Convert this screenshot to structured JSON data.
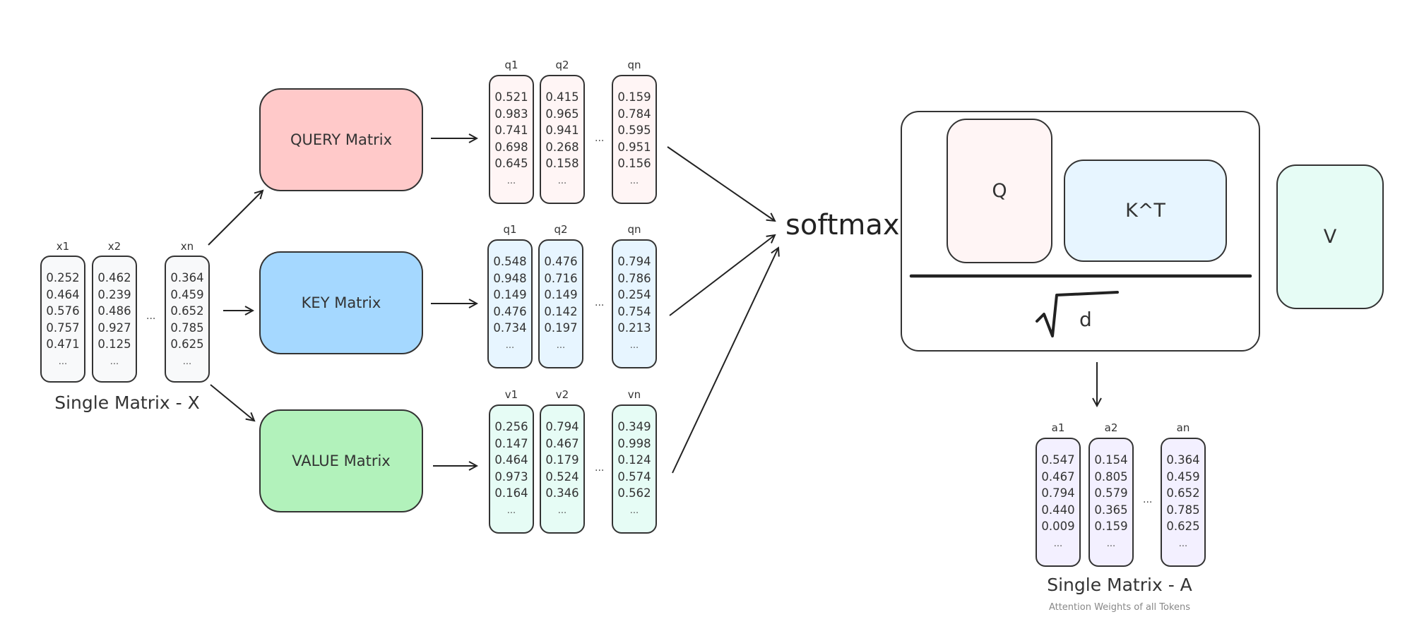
{
  "input_matrix": {
    "caption": "Single Matrix - X",
    "columns": [
      {
        "label": "x1",
        "values": [
          "0.252",
          "0.464",
          "0.576",
          "0.757",
          "0.471",
          "..."
        ]
      },
      {
        "label": "x2",
        "values": [
          "0.462",
          "0.239",
          "0.486",
          "0.927",
          "0.125",
          "..."
        ]
      },
      {
        "label": "xn",
        "values": [
          "0.364",
          "0.459",
          "0.652",
          "0.785",
          "0.625",
          "..."
        ]
      }
    ],
    "gap_ellipsis": "..."
  },
  "weight_matrices": [
    {
      "label": "QUERY Matrix",
      "color": "#ffc9c9"
    },
    {
      "label": "KEY Matrix",
      "color": "#a5d8ff"
    },
    {
      "label": "VALUE Matrix",
      "color": "#b2f2bb"
    }
  ],
  "query_vectors": {
    "color": "#fff5f5",
    "columns": [
      {
        "label": "q1",
        "values": [
          "0.521",
          "0.983",
          "0.741",
          "0.698",
          "0.645",
          "..."
        ]
      },
      {
        "label": "q2",
        "values": [
          "0.415",
          "0.965",
          "0.941",
          "0.268",
          "0.158",
          "..."
        ]
      },
      {
        "label": "qn",
        "values": [
          "0.159",
          "0.784",
          "0.595",
          "0.951",
          "0.156",
          "..."
        ]
      }
    ],
    "gap_ellipsis": "..."
  },
  "key_vectors": {
    "color": "#e7f5ff",
    "columns": [
      {
        "label": "q1",
        "values": [
          "0.548",
          "0.948",
          "0.149",
          "0.476",
          "0.734",
          "..."
        ]
      },
      {
        "label": "q2",
        "values": [
          "0.476",
          "0.716",
          "0.149",
          "0.142",
          "0.197",
          "..."
        ]
      },
      {
        "label": "qn",
        "values": [
          "0.794",
          "0.786",
          "0.254",
          "0.754",
          "0.213",
          "..."
        ]
      }
    ],
    "gap_ellipsis": "..."
  },
  "value_vectors": {
    "color": "#e6fcf5",
    "columns": [
      {
        "label": "v1",
        "values": [
          "0.256",
          "0.147",
          "0.464",
          "0.973",
          "0.164",
          "..."
        ]
      },
      {
        "label": "v2",
        "values": [
          "0.794",
          "0.467",
          "0.179",
          "0.524",
          "0.346",
          "..."
        ]
      },
      {
        "label": "vn",
        "values": [
          "0.349",
          "0.998",
          "0.124",
          "0.574",
          "0.562",
          "..."
        ]
      }
    ],
    "gap_ellipsis": "..."
  },
  "formula": {
    "softmax_label": "softmax",
    "q_label": "Q",
    "kt_label": "K^T",
    "denominator_symbol": "d",
    "v_label": "V",
    "q_color": "#fff5f5",
    "kt_color": "#e7f5ff",
    "v_color": "#e6fcf5"
  },
  "output_matrix": {
    "caption": "Single Matrix - A",
    "subcaption": "Attention Weights of all Tokens",
    "color": "#f3f0ff",
    "columns": [
      {
        "label": "a1",
        "values": [
          "0.547",
          "0.467",
          "0.794",
          "0.440",
          "0.009",
          "..."
        ]
      },
      {
        "label": "a2",
        "values": [
          "0.154",
          "0.805",
          "0.579",
          "0.365",
          "0.159",
          "..."
        ]
      },
      {
        "label": "an",
        "values": [
          "0.364",
          "0.459",
          "0.652",
          "0.785",
          "0.625",
          "..."
        ]
      }
    ],
    "gap_ellipsis": "..."
  }
}
